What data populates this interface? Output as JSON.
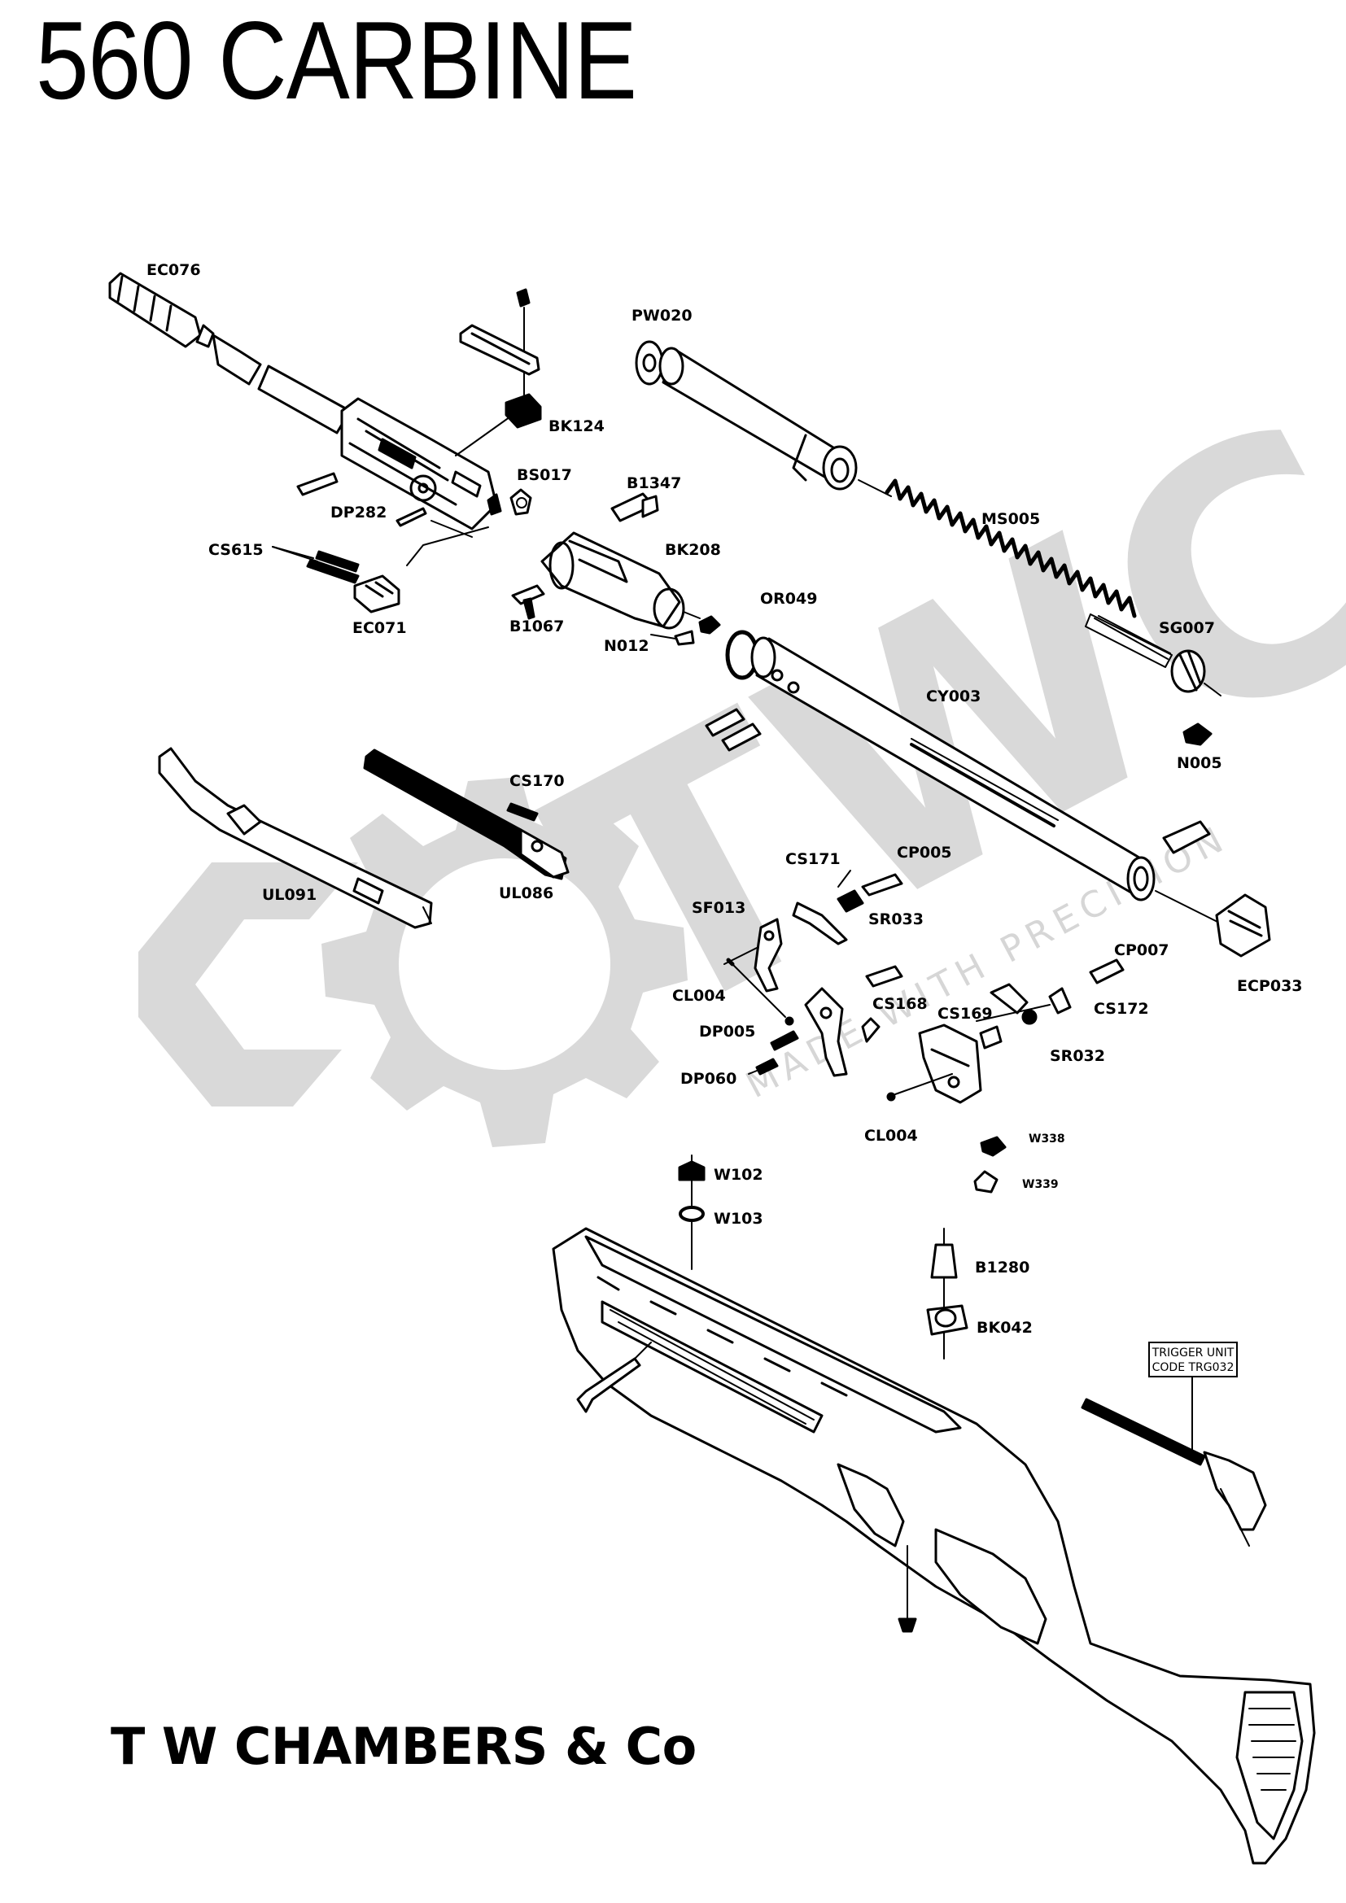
{
  "title": "560 CARBINE",
  "footer": "T W CHAMBERS & Co",
  "watermark": {
    "logo": "TWC",
    "tagline": "MADE WITH PRECISION",
    "color": "#d9d9d9"
  },
  "parts": {
    "EC076": "EC076",
    "BK124": "BK124",
    "BS017": "BS017",
    "DP282": "DP282",
    "CS615": "CS615",
    "EC071": "EC071",
    "PW020": "PW020",
    "B1347": "B1347",
    "BK208": "BK208",
    "B1067": "B1067",
    "N012": "N012",
    "OR049": "OR049",
    "MS005": "MS005",
    "SG007": "SG007",
    "CY003": "CY003",
    "N005": "N005",
    "CS170": "CS170",
    "UL091": "UL091",
    "UL086": "UL086",
    "CS171": "CS171",
    "CP005": "CP005",
    "SF013": "SF013",
    "SR033": "SR033",
    "ECP033": "ECP033",
    "CP007": "CP007",
    "CL004_a": "CL004",
    "CS168": "CS168",
    "CS169": "CS169",
    "CS172": "CS172",
    "DP005": "DP005",
    "SR032": "SR032",
    "DP060": "DP060",
    "CL004_b": "CL004",
    "W338": "W338",
    "W339": "W339",
    "W102": "W102",
    "W103": "W103",
    "B1280": "B1280",
    "BK042": "BK042"
  },
  "trigger_box": {
    "line1": "TRIGGER UNIT",
    "line2": "CODE TRG032"
  }
}
